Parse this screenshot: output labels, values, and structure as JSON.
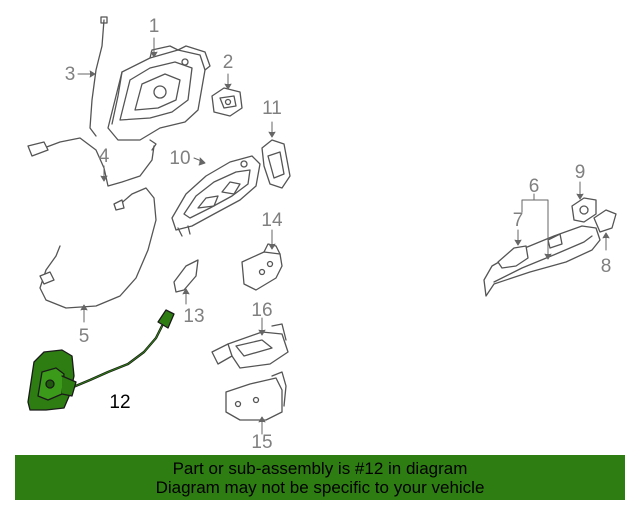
{
  "diagram": {
    "callouts": [
      "1",
      "2",
      "3",
      "4",
      "5",
      "6",
      "7",
      "8",
      "9",
      "10",
      "11",
      "12",
      "13",
      "14",
      "15",
      "16"
    ],
    "highlight_part": "12",
    "colors": {
      "line_art": "#555555",
      "callout_text": "#808080",
      "highlight_fill": "#2e7d12",
      "highlight_label": "#000000"
    }
  },
  "banner": {
    "line1": "Part or sub-assembly is #12 in diagram",
    "line2": "Diagram may not be specific to your vehicle",
    "background": "#2e7d12"
  }
}
